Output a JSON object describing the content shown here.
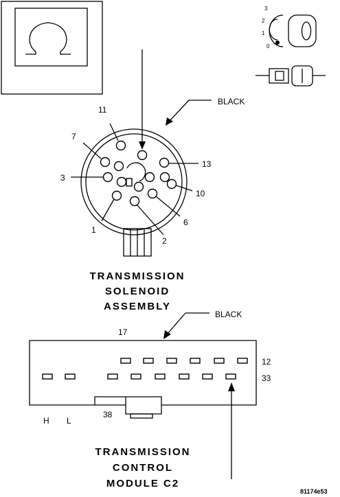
{
  "solenoid_connector": {
    "color_label": "BLACK",
    "pin_labels": [
      "11",
      "7",
      "3",
      "1",
      "2",
      "6",
      "10",
      "13"
    ],
    "title_lines": [
      "TRANSMISSION",
      "SOLENOID",
      "ASSEMBLY"
    ]
  },
  "module_connector": {
    "color_label": "BLACK",
    "pin_labels": [
      "17",
      "12",
      "33",
      "38"
    ],
    "side_labels": [
      "H",
      "L"
    ],
    "title_lines": [
      "TRANSMISSION",
      "CONTROL",
      "MODULE C2"
    ]
  },
  "ignition": {
    "positions": [
      "3",
      "2",
      "1",
      "0"
    ]
  },
  "figure_ref": "81174e53"
}
